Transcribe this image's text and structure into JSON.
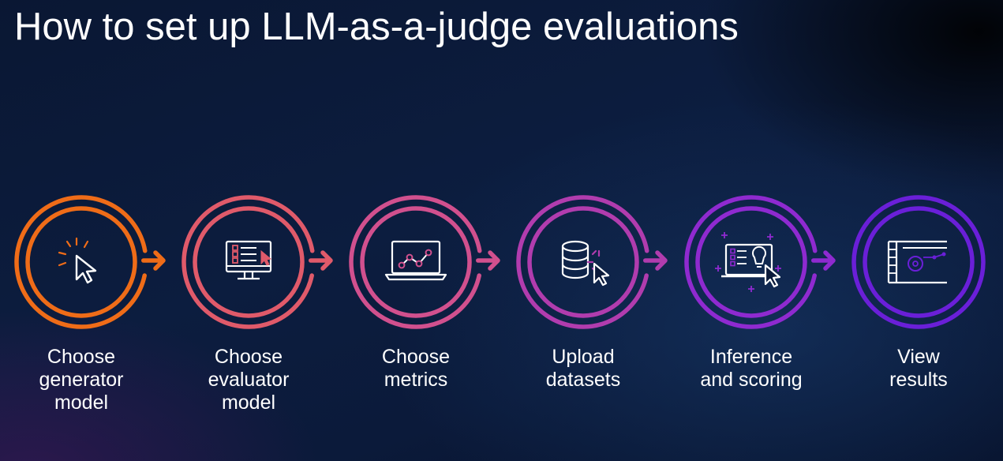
{
  "title": "How to set up LLM-as-a-judge evaluations",
  "steps": [
    {
      "id": "generator",
      "lines": [
        "Choose",
        "generator",
        "model"
      ],
      "color": "#ef6c18",
      "icon": "cursor-click-icon"
    },
    {
      "id": "evaluator",
      "lines": [
        "Choose",
        "evaluator",
        "model"
      ],
      "color": "#e05a6a",
      "icon": "monitor-checklist-icon"
    },
    {
      "id": "metrics",
      "lines": [
        "Choose",
        "metrics"
      ],
      "color": "#d1508e",
      "icon": "laptop-chart-icon"
    },
    {
      "id": "datasets",
      "lines": [
        "Upload",
        "datasets"
      ],
      "color": "#b13cae",
      "icon": "database-cursor-icon"
    },
    {
      "id": "inference",
      "lines": [
        "Inference",
        "and scoring"
      ],
      "color": "#8f2ad0",
      "icon": "laptop-lightbulb-icon"
    },
    {
      "id": "results",
      "lines": [
        "View",
        "results"
      ],
      "color": "#6a1fd8",
      "icon": "results-panel-icon"
    }
  ]
}
